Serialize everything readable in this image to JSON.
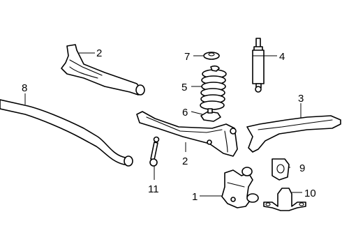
{
  "callouts": [
    {
      "id": "label-1",
      "text": "1"
    },
    {
      "id": "label-2-upper",
      "text": "2"
    },
    {
      "id": "label-2-lower",
      "text": "2"
    },
    {
      "id": "label-3",
      "text": "3"
    },
    {
      "id": "label-4",
      "text": "4"
    },
    {
      "id": "label-5",
      "text": "5"
    },
    {
      "id": "label-6",
      "text": "6"
    },
    {
      "id": "label-7",
      "text": "7"
    },
    {
      "id": "label-8",
      "text": "8"
    },
    {
      "id": "label-9",
      "text": "9"
    },
    {
      "id": "label-10",
      "text": "10"
    },
    {
      "id": "label-11",
      "text": "11"
    }
  ],
  "colors": {
    "line": "#000000",
    "background": "#ffffff"
  }
}
